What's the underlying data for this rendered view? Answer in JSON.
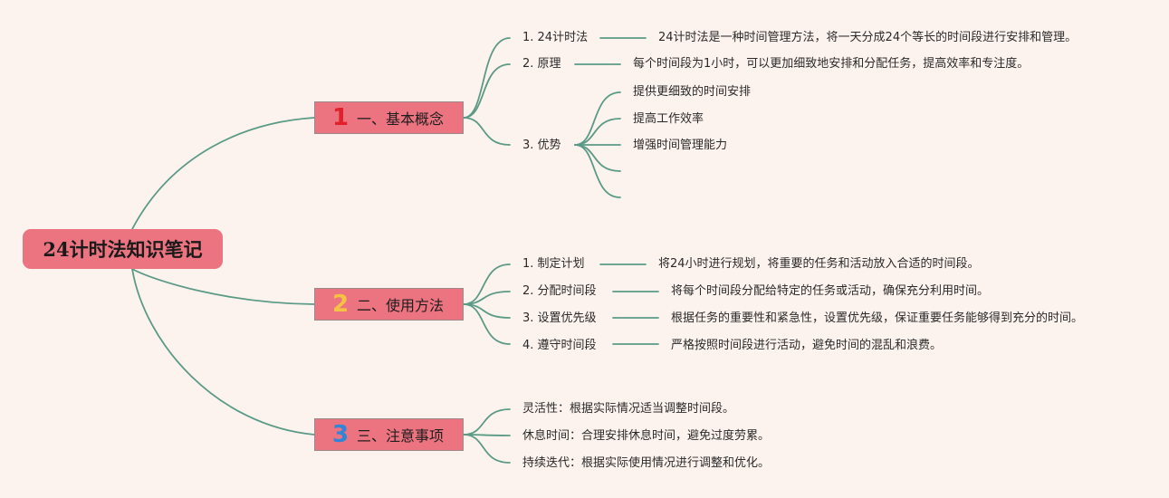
{
  "root": {
    "title": "24计时法知识笔记"
  },
  "branches": [
    {
      "badge": "1",
      "badge_color": "#e0212b",
      "label": "一、基本概念",
      "items": [
        {
          "label": "1. 24计时法",
          "detail": "24计时法是一种时间管理方法，将一天分成24个等长的时间段进行安排和管理。"
        },
        {
          "label": "2. 原理",
          "detail": "每个时间段为1小时，可以更加细致地安排和分配任务，提高效率和专注度。"
        },
        {
          "label": "3. 优势",
          "subitems": [
            "提供更细致的时间安排",
            "提高工作效率",
            "增强时间管理能力",
            "",
            ""
          ]
        }
      ]
    },
    {
      "badge": "2",
      "badge_color": "#f5c242",
      "label": "二、使用方法",
      "items": [
        {
          "label": "1. 制定计划",
          "detail": "将24小时进行规划，将重要的任务和活动放入合适的时间段。"
        },
        {
          "label": "2. 分配时间段",
          "detail": "将每个时间段分配给特定的任务或活动，确保充分利用时间。"
        },
        {
          "label": "3. 设置优先级",
          "detail": "根据任务的重要性和紧急性，设置优先级，保证重要任务能够得到充分的时间。"
        },
        {
          "label": "4. 遵守时间段",
          "detail": "严格按照时间段进行活动，避免时间的混乱和浪费。"
        }
      ]
    },
    {
      "badge": "3",
      "badge_color": "#2f86d6",
      "label": "三、注意事项",
      "items": [
        {
          "label": "灵活性：根据实际情况适当调整时间段。"
        },
        {
          "label": "休息时间：合理安排休息时间，避免过度劳累。"
        },
        {
          "label": "持续迭代：根据实际使用情况进行调整和优化。"
        }
      ]
    }
  ],
  "colors": {
    "background": "#fdf3ee",
    "node_fill": "#ec7380",
    "connector": "#5a9a86"
  }
}
